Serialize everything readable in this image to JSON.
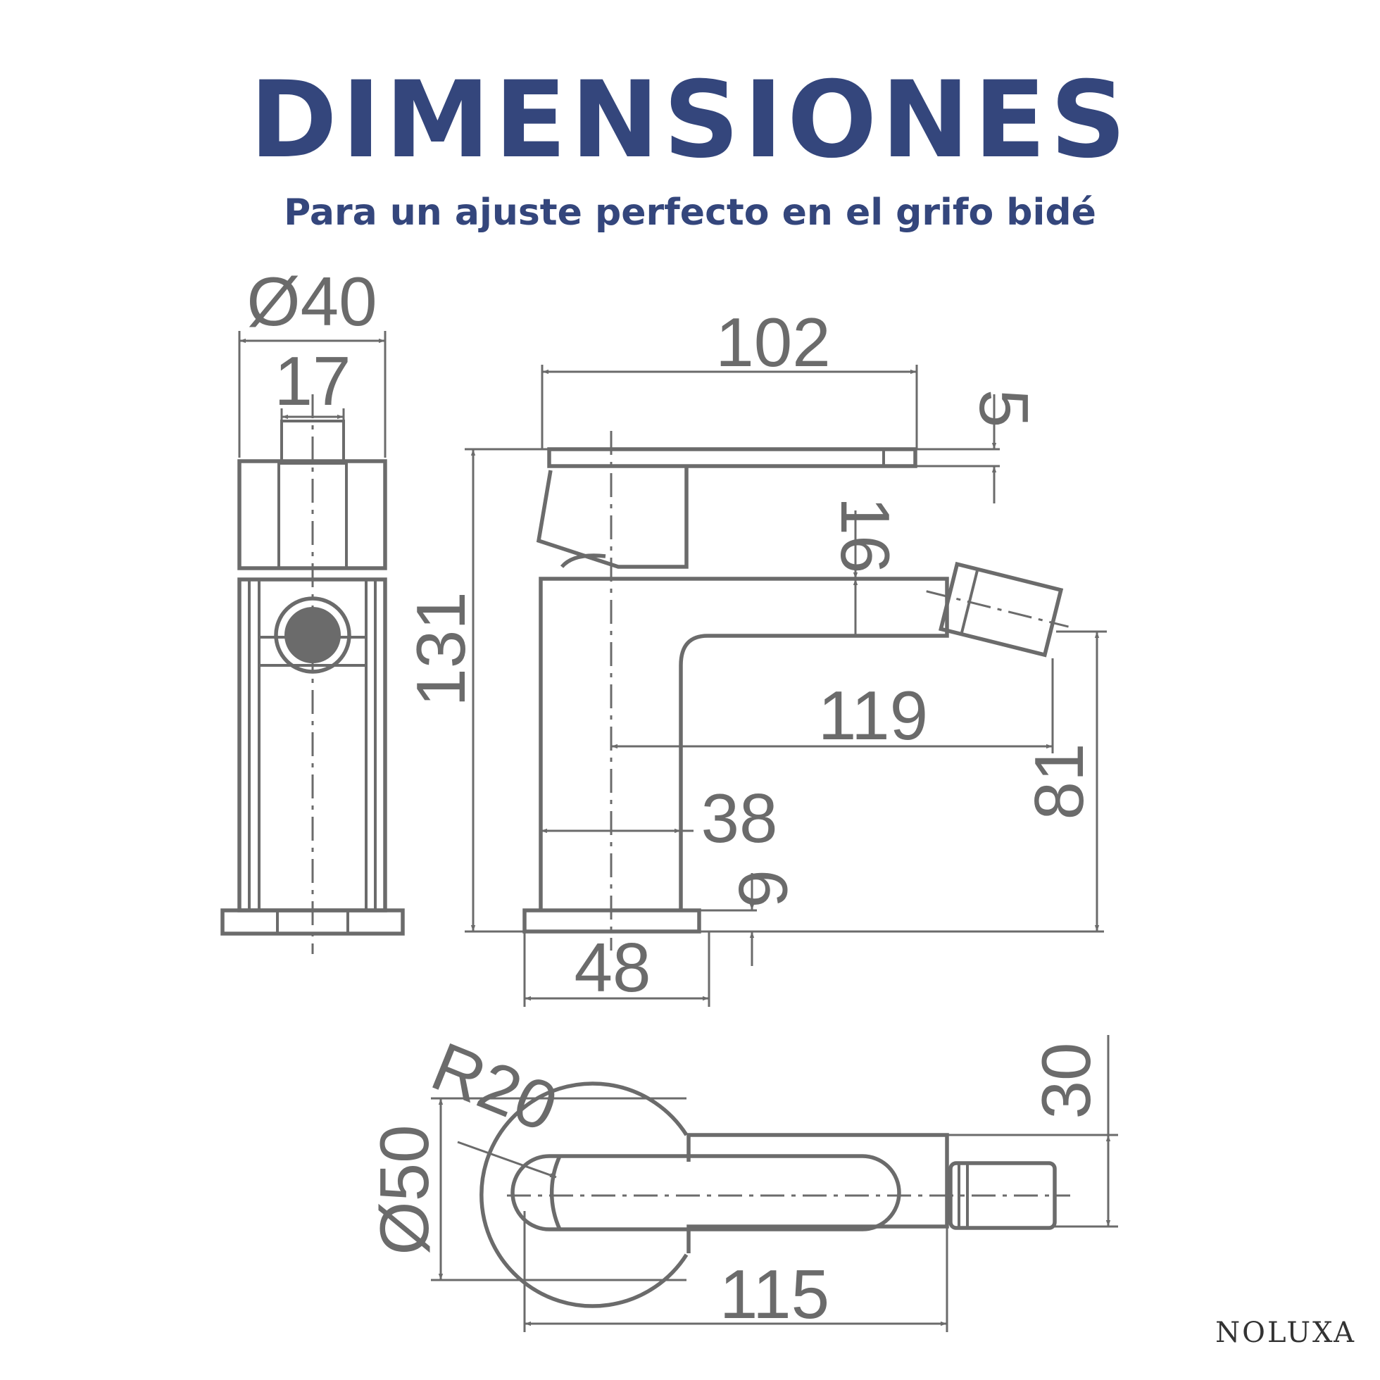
{
  "header": {
    "title": "DIMENSIONES",
    "subtitle": "Para un ajuste perfecto en el grifo bidé"
  },
  "dimensions": {
    "side_diameter": "Ø40",
    "side_width": "17",
    "lever_length": "102",
    "lever_thickness": "5",
    "total_height": "131",
    "spout_height_offset": "16",
    "spout_reach": "119",
    "outlet_height": "81",
    "body_width": "38",
    "base_thickness": "6",
    "base_width": "48",
    "top_radius": "R20",
    "top_diameter": "Ø50",
    "top_length": "115",
    "top_width": "30"
  },
  "brand": {
    "name": "NOLUXA"
  },
  "colors": {
    "title": "#34467c",
    "drawing": "#6b6b6b"
  }
}
